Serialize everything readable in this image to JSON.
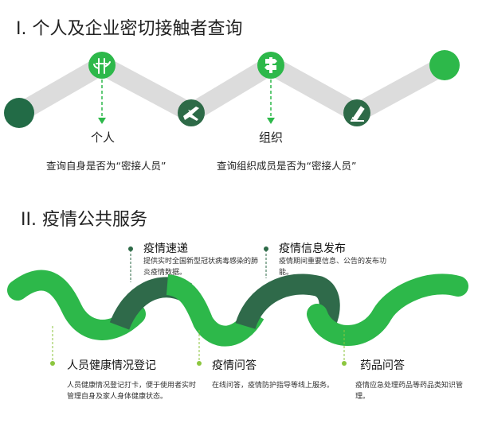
{
  "section1": {
    "heading": "I.  个人及企业密切接触者查询",
    "nodes": [
      {
        "label": "个人",
        "desc": "查询自身是否为“密接人员”",
        "icon": "bamboo-icon"
      },
      {
        "label": "组织",
        "desc": "查询组织成员是否为“密接人员”",
        "icon": "signpost-icon"
      }
    ],
    "other_icons": [
      "airplane-icon",
      "pen-icon"
    ]
  },
  "section2": {
    "heading": "II.  疫情公共服务",
    "services": [
      {
        "title": "疫情速递",
        "desc": "提供实时全国新型冠状病毒感染的肺炎疫情数据。"
      },
      {
        "title": "疫情信息发布",
        "desc": "疫情期间重要信息、公告的发布功能。"
      },
      {
        "title": "人员健康情况登记",
        "desc": "人员健康情况登记打卡，便于使用者实时管理自身及家人身体健康状态。"
      },
      {
        "title": "疫情问答",
        "desc": "在线问答，疫情防护指导等线上服务。"
      },
      {
        "title": "药品问答",
        "desc": "疫情应急处理药品等药品类知识管理。"
      }
    ]
  },
  "colors": {
    "dark_green": "#2d6a47",
    "bright_green": "#2db84a",
    "light_green": "#8cc63f",
    "gray_band": "#dcdcdc"
  }
}
